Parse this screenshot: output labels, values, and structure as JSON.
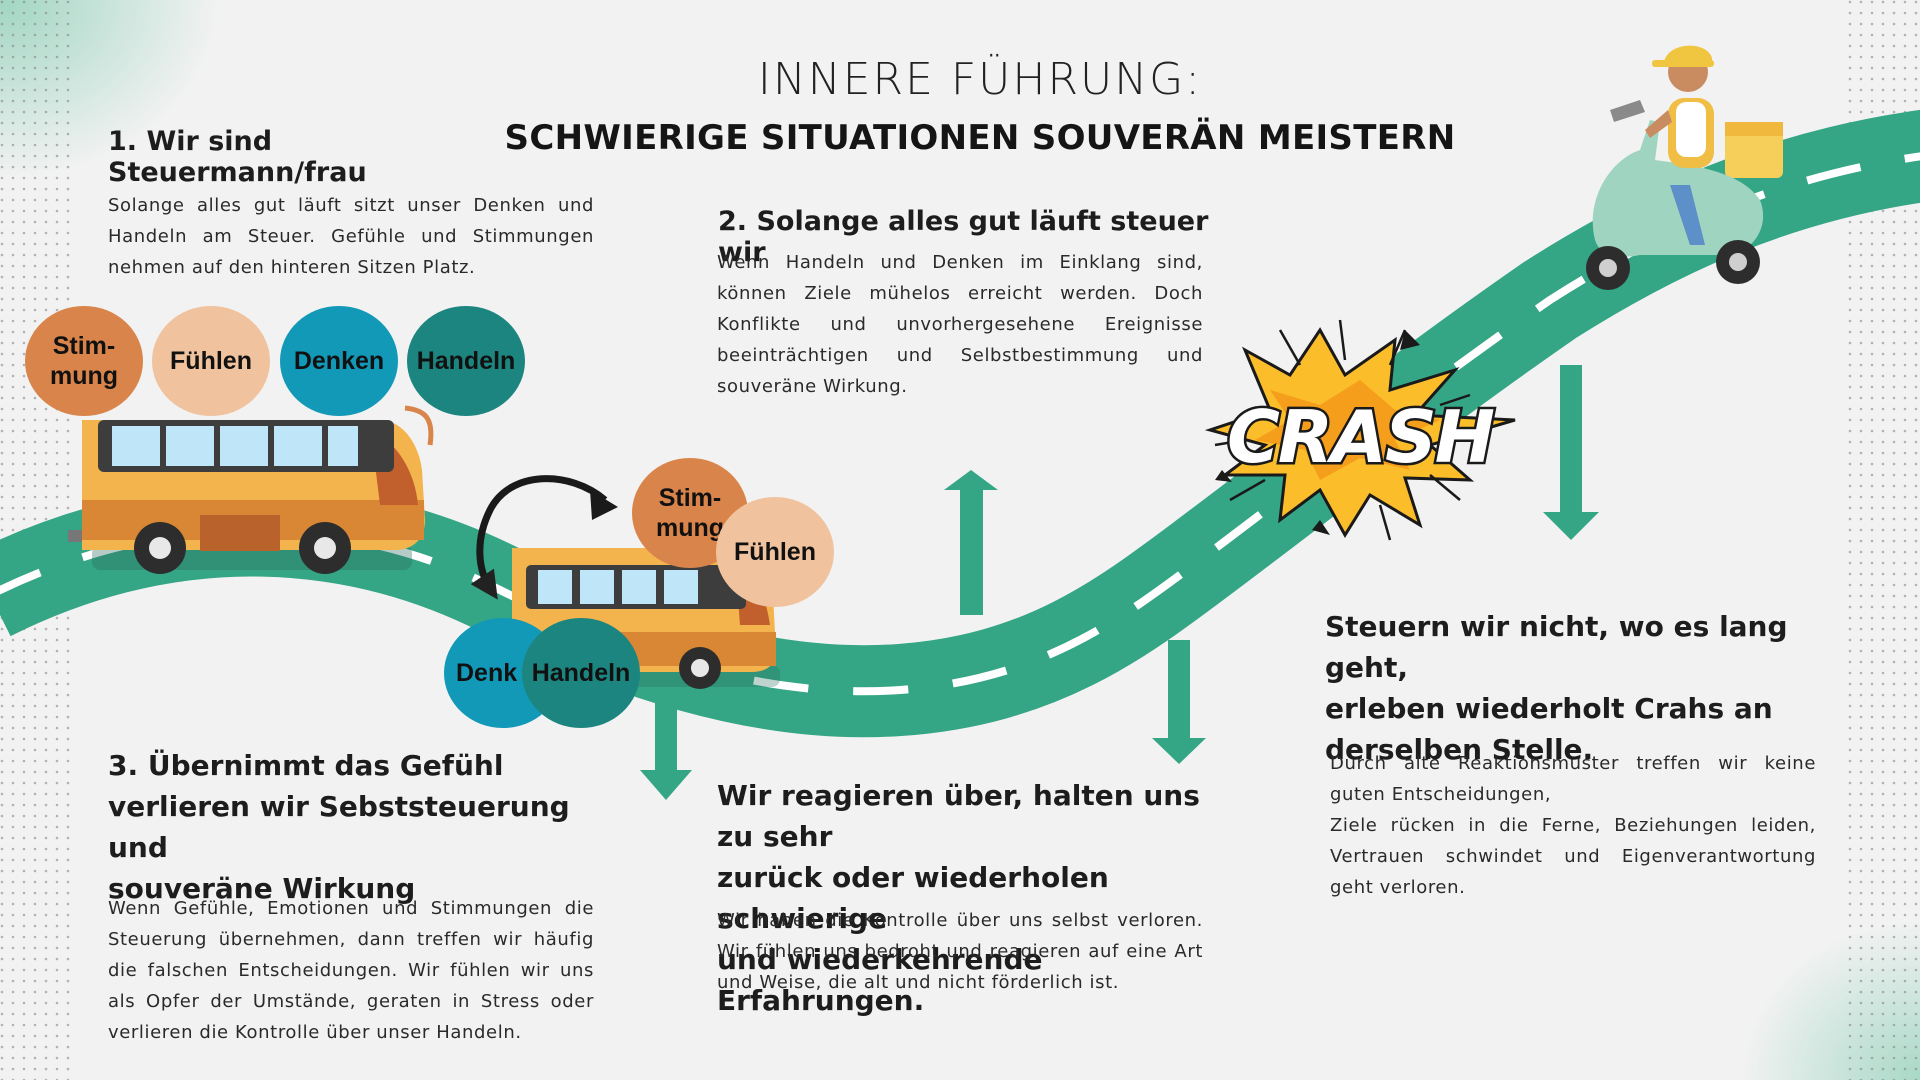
{
  "title": {
    "line1": "INNERE FÜHRUNG:",
    "line2": "SCHWIERIGE SITUATIONEN SOUVERÄN MEISTERN"
  },
  "section1": {
    "heading": "1. Wir sind Steuermann/frau",
    "body": "Solange alles gut läuft sitzt unser Denken und Handeln am Steuer. Gefühle und Stimmungen nehmen auf den hinteren Sitzen Platz."
  },
  "section2": {
    "heading": "2. Solange alles gut läuft steuer wir",
    "body": "Wenn Handeln und Denken im Einklang sind, können Ziele mühelos erreicht werden. Doch Konflikte und unvorhergesehene Ereignisse beeinträchtigen und Selbstbestimmung und souveräne Wirkung."
  },
  "section3": {
    "heading_lines": [
      "3. Übernimmt das Gefühl",
      "verlieren wir Sebststeuerung und",
      "souveräne Wirkung"
    ],
    "body": "Wenn Gefühle, Emotionen und Stimmungen die Steuerung übernehmen, dann treffen wir häufig die falschen Entscheidungen. Wir fühlen wir uns als Opfer der Umstände, geraten in Stress oder verlieren die Kontrolle über unser Handeln."
  },
  "section4": {
    "heading_lines": [
      "Wir reagieren über, halten uns zu sehr",
      "zurück oder wiederholen  schwierige",
      "und wiederkehrende Erfahrungen."
    ],
    "body": "Wir haben die Kontrolle über uns selbst verloren. Wir fühlen uns bedroht und reagieren auf eine Art und Weise, die alt und nicht förderlich ist."
  },
  "section5": {
    "heading_lines": [
      "Steuern wir nicht, wo es lang geht,",
      "erleben wiederholt Crahs an",
      "derselben Stelle."
    ],
    "body_lines": [
      "Durch alte Reaktionsmuster treffen wir keine guten Entscheidungen,",
      "Ziele rücken in die Ferne, Beziehungen leiden, Vertrauen schwindet und Eigenverantwortung geht verloren."
    ]
  },
  "bubbles_top": {
    "stimmung": "Stim-\nmung",
    "fuehlen": "Fühlen",
    "denken": "Denken",
    "handeln": "Handeln"
  },
  "bubbles_mid": {
    "stimmung": "Stim-\nmung",
    "fuehlen": "Fühlen",
    "denken": "Denk",
    "handeln": "Handeln"
  },
  "crash_label": "CRASH",
  "colors": {
    "road": "#34a585",
    "stimmung": "#d9844a",
    "fuehlen": "#f0c39e",
    "denken": "#1299b8",
    "handeln": "#1c8580",
    "crash_burst": "#fbbd2a"
  }
}
